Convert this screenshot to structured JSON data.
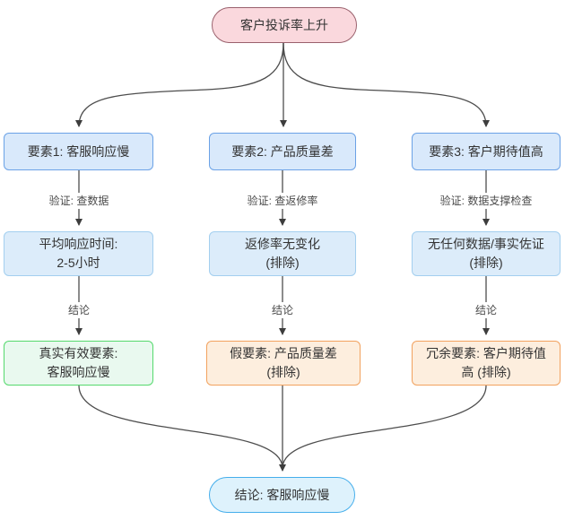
{
  "diagram": {
    "background": "#ffffff",
    "edge_color": "#4d4d4d",
    "label_text_color": "#4a4a4a",
    "node_text_color": "#333333"
  },
  "nodes": {
    "root": {
      "label": "客户投诉率上升",
      "fill": "#fad8dd",
      "border": "#9a616d"
    },
    "factor1": {
      "label": "要素1: 客服响应慢",
      "fill": "#d9e9fb",
      "border": "#6ba2e6"
    },
    "factor2": {
      "label": "要素2: 产品质量差",
      "fill": "#d9e9fb",
      "border": "#6ba2e6"
    },
    "factor3": {
      "label": "要素3: 客户期待值高",
      "fill": "#d9e9fb",
      "border": "#6ba2e6"
    },
    "evidence1": {
      "lines": [
        "平均响应时间:",
        "2-5小时"
      ],
      "fill": "#dcecfa",
      "border": "#a3cfef"
    },
    "evidence2": {
      "lines": [
        "返修率无变化",
        "(排除)"
      ],
      "fill": "#dcecfa",
      "border": "#a3cfef"
    },
    "evidence3": {
      "lines": [
        "无任何数据/事实佐证",
        "(排除)"
      ],
      "fill": "#dcecfa",
      "border": "#a3cfef"
    },
    "result1": {
      "lines": [
        "真实有效要素:",
        "客服响应慢"
      ],
      "fill": "#e9f9ef",
      "border": "#55d96d"
    },
    "result2": {
      "lines": [
        "假要素: 产品质量差",
        "(排除)"
      ],
      "fill": "#fdeede",
      "border": "#f2a25f"
    },
    "result3": {
      "lines": [
        "冗余要素: 客户期待值",
        "高 (排除)"
      ],
      "fill": "#fdeede",
      "border": "#f2a25f"
    },
    "conclusion": {
      "label": "结论: 客服响应慢",
      "fill": "#def2fc",
      "border": "#45aeeb"
    }
  },
  "edge_labels": {
    "verify1": "验证: 查数据",
    "verify2": "验证: 查返修率",
    "verify3": "验证: 数据支撑检查",
    "conclude1": "结论",
    "conclude2": "结论",
    "conclude3": "结论"
  }
}
